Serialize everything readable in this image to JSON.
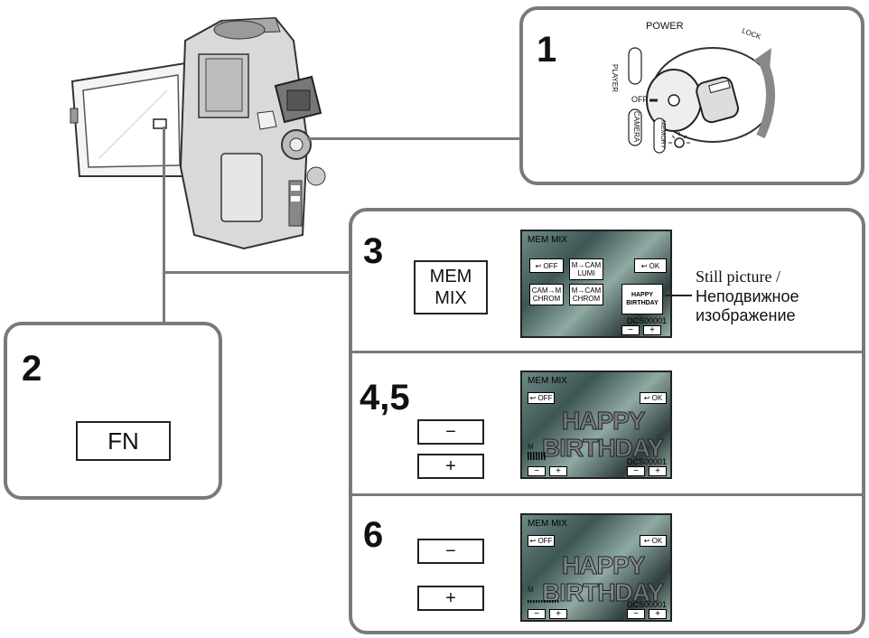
{
  "step1": {
    "number": "1",
    "dial_labels": {
      "power": "POWER",
      "player": "PLAYER",
      "off": "OFF",
      "camera": "CAMERA",
      "memory": "MEMORY",
      "lock": "LOCK"
    }
  },
  "step2": {
    "number": "2",
    "button_label": "FN"
  },
  "step3": {
    "number": "3",
    "button_line1": "MEM",
    "button_line2": "MIX",
    "screen": {
      "label": "MEM  MIX",
      "chip_off": "↩ OFF",
      "chip_ok": "↩ OK",
      "chip_lumi": "M→CAM LUMI",
      "chip_cam_chrom": "CAM→M CHROM",
      "chip_m_chrom": "M→CAM CHROM",
      "thumb_line1": "HAPPY",
      "thumb_line2": "BIRTHDAY",
      "file_no": "DCS00001",
      "minus": "−",
      "plus": "+"
    },
    "caption_en": "Still picture /",
    "caption_ru_1": "Неподвижное",
    "caption_ru_2": "изображение"
  },
  "step45": {
    "number": "4,5",
    "minus_label": "−",
    "plus_label": "+",
    "screen": {
      "label": "MEM  MIX",
      "chip_off": "↩ OFF",
      "chip_ok": "↩ OK",
      "big_line1": "HAPPY",
      "big_line2": "BIRTHDAY",
      "meter_label": "M",
      "file_no": "DCS00001",
      "minus": "−",
      "plus": "+"
    }
  },
  "step6": {
    "number": "6",
    "minus_label": "−",
    "plus_label": "+",
    "screen": {
      "label": "MEM  MIX",
      "chip_off": "↩ OFF",
      "chip_ok": "↩ OK",
      "big_line1": "HAPPY",
      "big_line2": "BIRTHDAY",
      "meter_label": "M",
      "file_no": "DCS00001",
      "minus": "−",
      "plus": "+"
    }
  }
}
